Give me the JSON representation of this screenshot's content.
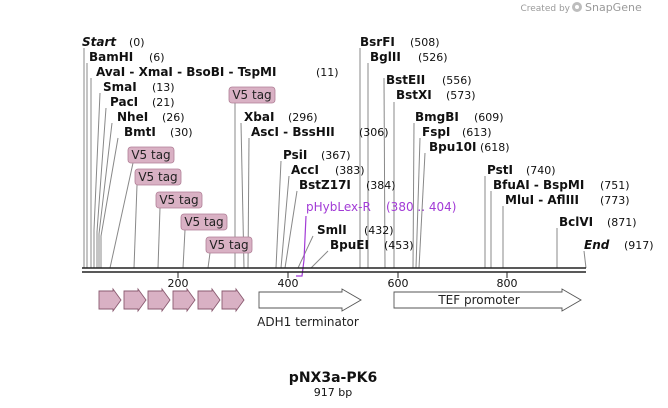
{
  "credit": {
    "prefix": "Created by",
    "brand": "SnapGene"
  },
  "map": {
    "name": "pNX3a-PK6",
    "length_label": "917 bp",
    "total_bp": 917
  },
  "axis_ticks": [
    "200",
    "400",
    "600",
    "800"
  ],
  "sites": [
    {
      "name": "Start",
      "pos": "(0)"
    },
    {
      "name": "BamHI",
      "pos": "(6)"
    },
    {
      "name": "AvaI - XmaI - BsoBI - TspMI",
      "pos": "(11)"
    },
    {
      "name": "SmaI",
      "pos": "(13)"
    },
    {
      "name": "PacI",
      "pos": "(21)"
    },
    {
      "name": "NheI",
      "pos": "(26)"
    },
    {
      "name": "BmtI",
      "pos": "(30)"
    },
    {
      "name": "XbaI",
      "pos": "(296)"
    },
    {
      "name": "AscI - BssHII",
      "pos": "(306)"
    },
    {
      "name": "PsiI",
      "pos": "(367)"
    },
    {
      "name": "AccI",
      "pos": "(383)"
    },
    {
      "name": "BstZ17I",
      "pos": "(384)"
    },
    {
      "name": "SmlI",
      "pos": "(432)"
    },
    {
      "name": "BpuEI",
      "pos": "(453)"
    },
    {
      "name": "BsrFI",
      "pos": "(508)"
    },
    {
      "name": "BglII",
      "pos": "(526)"
    },
    {
      "name": "BstEII",
      "pos": "(556)"
    },
    {
      "name": "BstXI",
      "pos": "(573)"
    },
    {
      "name": "BmgBI",
      "pos": "(609)"
    },
    {
      "name": "FspI",
      "pos": "(613)"
    },
    {
      "name": "Bpu10I",
      "pos": "(618)"
    },
    {
      "name": "PstI",
      "pos": "(740)"
    },
    {
      "name": "BfuAI - BspMI",
      "pos": "(751)"
    },
    {
      "name": "MluI - AflIII",
      "pos": "(773)"
    },
    {
      "name": "BclVI",
      "pos": "(871)"
    },
    {
      "name": "End",
      "pos": "(917)"
    }
  ],
  "v5_tags": [
    "V5 tag",
    "V5 tag",
    "V5 tag",
    "V5 tag",
    "V5 tag",
    "V5 tag"
  ],
  "primer": {
    "name": "pHybLex-R",
    "range": "(380 .. 404)"
  },
  "features": [
    {
      "name": "ADH1 terminator"
    },
    {
      "name": "TEF promoter"
    }
  ],
  "colors": {
    "v5_tag": "#d9b1c4",
    "primer": "#a23bd6",
    "feature_outline": "#555555",
    "backbone": "#222222"
  }
}
